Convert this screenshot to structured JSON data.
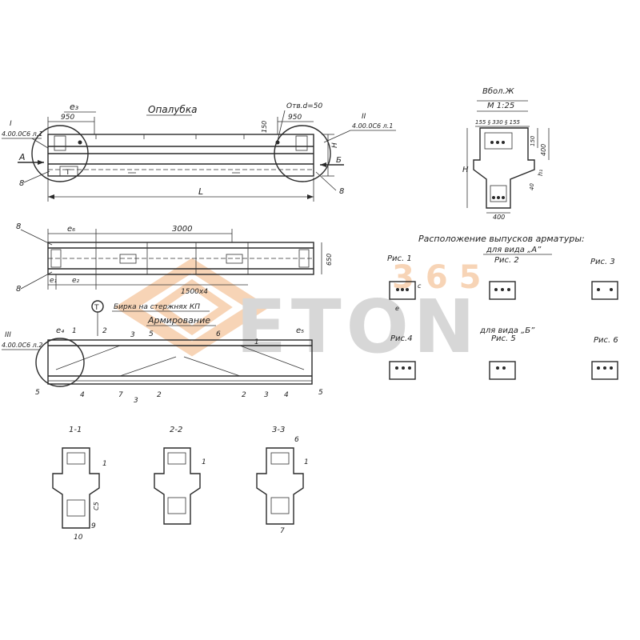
{
  "view_formwork": {
    "title": "Опалубка",
    "dims": {
      "left_top": "950",
      "right_top": "950",
      "h150": "150",
      "length": "L",
      "h": "H"
    },
    "labels": {
      "e3": "e₃",
      "hole": "Отв.d=50",
      "node1": "I",
      "node1_ref": "4.00.0С6 л.1",
      "node2": "II",
      "node2_ref": "4.00.0С6 л.1",
      "view_a": "A",
      "view_b": "Б",
      "mark8a": "8",
      "mark8b": "8",
      "tag_t": "T"
    }
  },
  "view_plan": {
    "dims": {
      "e6": "e₆",
      "d3000": "3000",
      "e1": "e₁",
      "e2": "e₂",
      "step": "1500х4",
      "d650": "650"
    },
    "labels": {
      "mark8a": "8",
      "mark8b": "8"
    }
  },
  "section_main": {
    "title": "Вбол.Ж",
    "scale": "М 1:25",
    "dims": {
      "top": "155 § 330 § 155",
      "d150": "150",
      "d400v": "400",
      "h": "H",
      "h1": "h₁",
      "d40": "40",
      "d400h": "400"
    }
  },
  "outlets": {
    "title": "Расположение   выпусков   арматуры:",
    "subtitle_a": "для вида „А”",
    "subtitle_b": "для вида „Б”",
    "figs": [
      "Рис. 1",
      "Рис. 2",
      "Рис. 3",
      "Рис.4",
      "Рис. 5",
      "Рис. 6"
    ],
    "letters": {
      "e": "e",
      "c": "c"
    }
  },
  "view_rebar": {
    "title": "Армирование",
    "tag_note": "Бирка на стержнях КП",
    "tag": "T",
    "labels": {
      "e4": "e₄",
      "e5": "e₅",
      "node3": "III",
      "node3_ref": "4.00.0С6 л.2",
      "cut1": "1",
      "cut2": "2",
      "cut3": "3"
    },
    "marks": [
      "5",
      "6",
      "1",
      "4",
      "7",
      "3",
      "2",
      "2",
      "3",
      "4",
      "5",
      "5"
    ]
  },
  "sections": [
    {
      "title": "1-1",
      "marks": [
        "1",
        "9",
        "10"
      ],
      "dim": "C5"
    },
    {
      "title": "2-2",
      "marks": [
        "1"
      ]
    },
    {
      "title": "3-3",
      "marks": [
        "6",
        "1",
        "7"
      ]
    }
  ],
  "watermark": {
    "brand": "ETON",
    "number": "365",
    "brand_color": "#b8b8b8",
    "accent_color": "#f2b27c"
  }
}
